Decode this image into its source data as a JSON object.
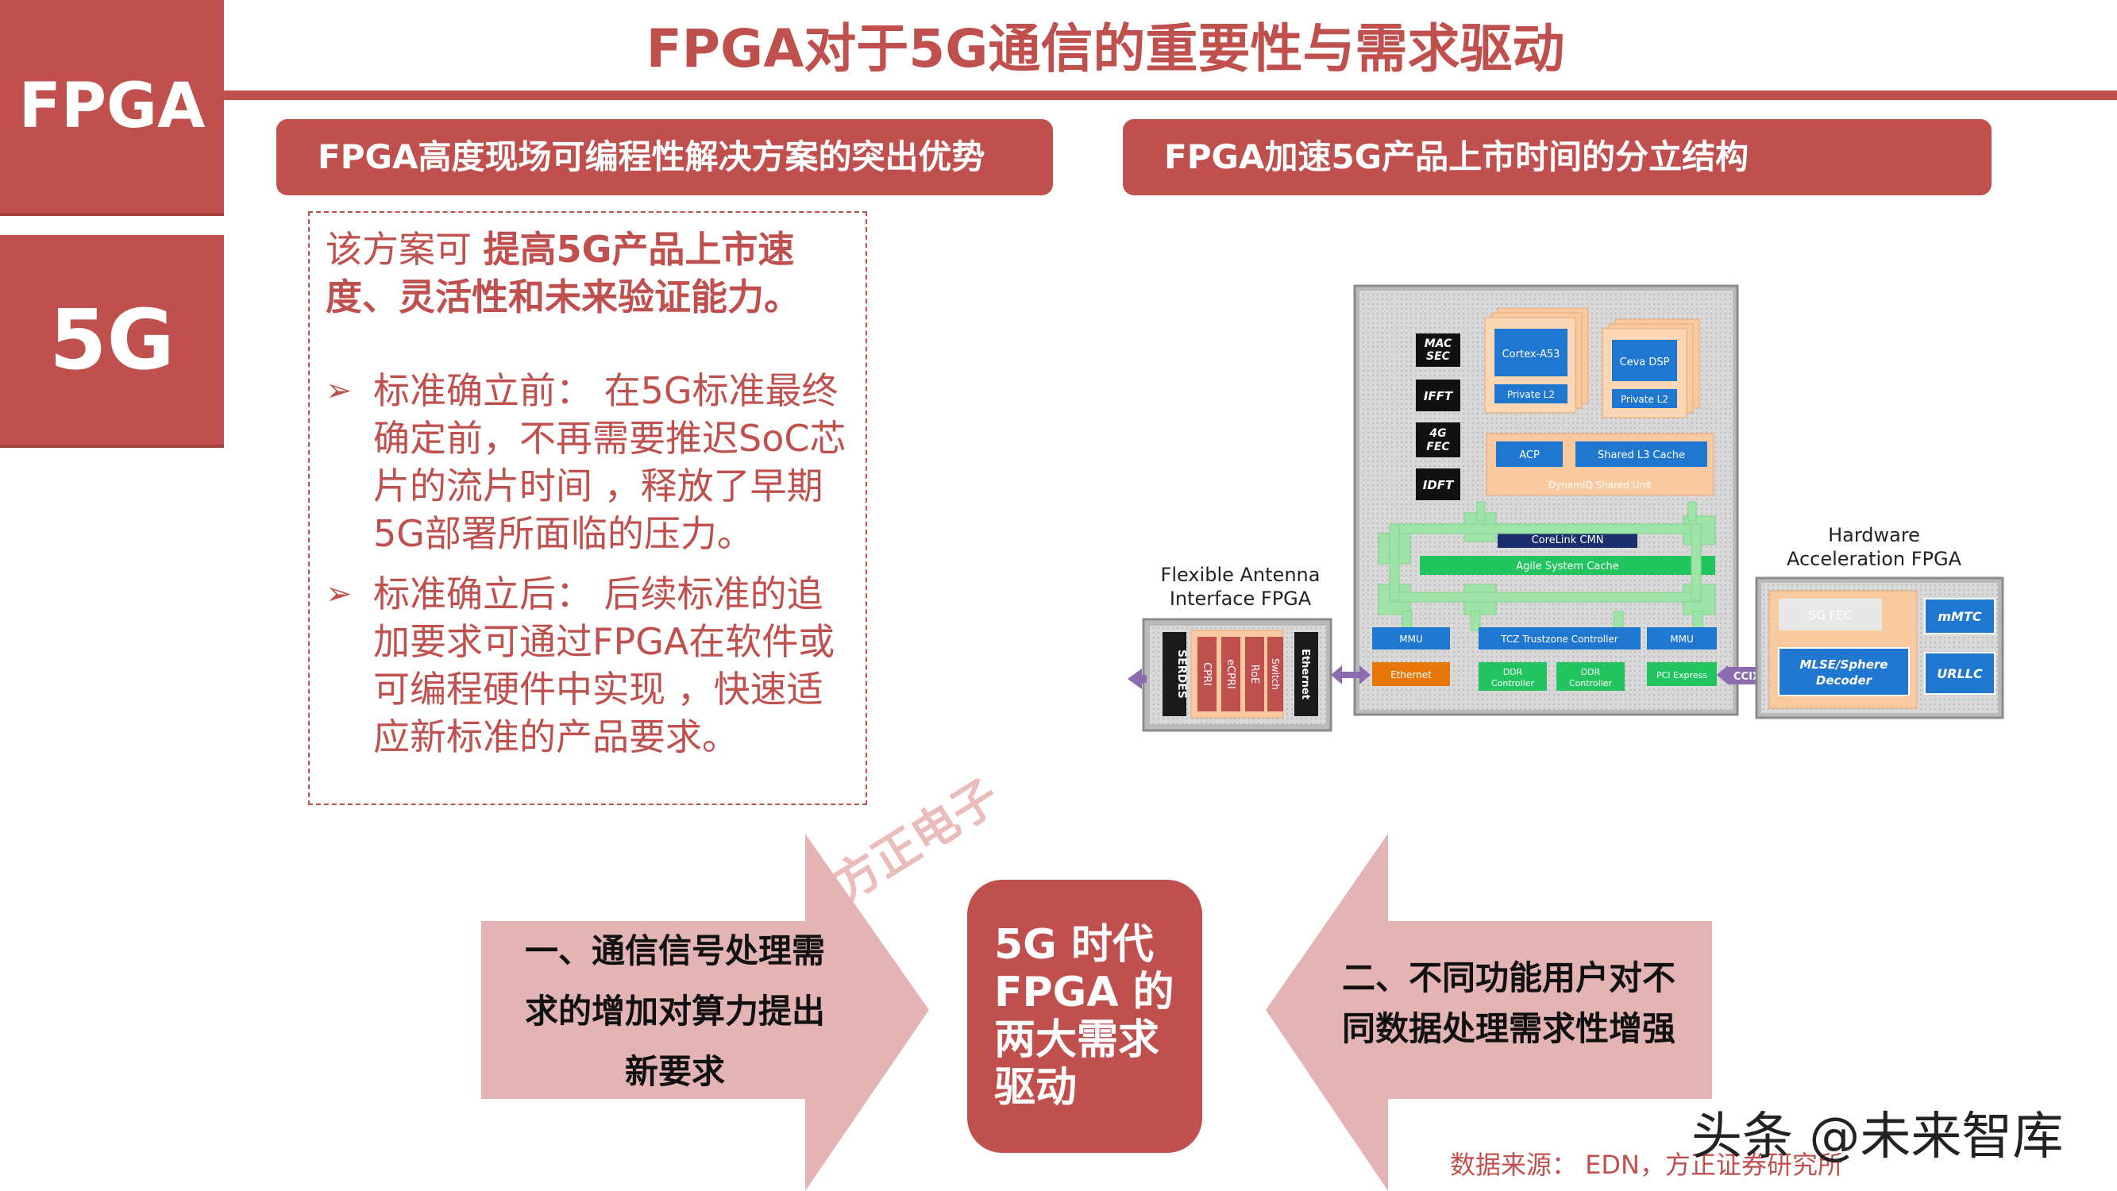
{
  "tags": {
    "fpga": "FPGA",
    "g5": "5G"
  },
  "title": "FPGA对于5G通信的重要性与需求驱动",
  "left_header": "FPGA高度现场可编程性解决方案的突出优势",
  "right_header": "FPGA加速5G产品上市时间的分立结构",
  "lead_prefix": "该方案可",
  "lead_bold": "提高5G产品上市速度、灵活性和未来验证能力。",
  "bullets": [
    "标准确立前： 在5G标准最终确定前，不再需要推迟SoC芯片的流片时间 ，释放了早期5G部署所面临的压力。",
    "标准确立后： 后续标准的追加要求可通过FPGA在软件或可编程硬件中实现 ，快速适应新标准的产品要求。"
  ],
  "bullet_mark": "➢",
  "diagram": {
    "left_fpga_label": [
      "Flexible Antenna",
      "Interface FPGA"
    ],
    "left_fpga_blocks": [
      "SERDES",
      "CPRI",
      "eCPRI",
      "RoE",
      "Switch",
      "Ethernet"
    ],
    "side_blocks": [
      "MAC SEC",
      "IFFT",
      "4G FEC",
      "IDFT"
    ],
    "cores": [
      "Cortex-A53",
      "Private L2",
      "Ceva DSP",
      "Private L2"
    ],
    "cache": [
      "ACP",
      "Shared L3 Cache",
      "DynamIQ Shared Unit"
    ],
    "interconnect": [
      "CoreLink CMN",
      "Agile System Cache"
    ],
    "bottom_blocks": [
      "MMU",
      "TCZ Trustzone Controller",
      "MMU",
      "Ethernet",
      "DDR Controller",
      "DDR Controller",
      "PCI Express"
    ],
    "ccix": "CCIX",
    "right_fpga_label": [
      "Hardware",
      "Acceleration FPGA"
    ],
    "right_fpga_blocks": [
      "5G FEC",
      "mMTC",
      "MLSE/Sphere Decoder",
      "URLLC"
    ]
  },
  "arrow_left_text": [
    "一、通信信号处理需",
    "求的增加对算力提出",
    "新要求"
  ],
  "arrow_right_text": [
    "二、不同功能用户对不",
    "同数据处理需求性增强"
  ],
  "center_text": [
    "5G 时代",
    "FPGA 的",
    "两大需求",
    "驱动"
  ],
  "watermark": "方正电子",
  "source": "数据来源： EDN，方正证券研究所",
  "brand": "头条 @未来智库",
  "colors": {
    "primary": "#c0504d",
    "arrow": "#e3b4b3",
    "chip_blue": "#1f77d0",
    "chip_orange": "#f9c9a0",
    "green": "#21c45e"
  }
}
